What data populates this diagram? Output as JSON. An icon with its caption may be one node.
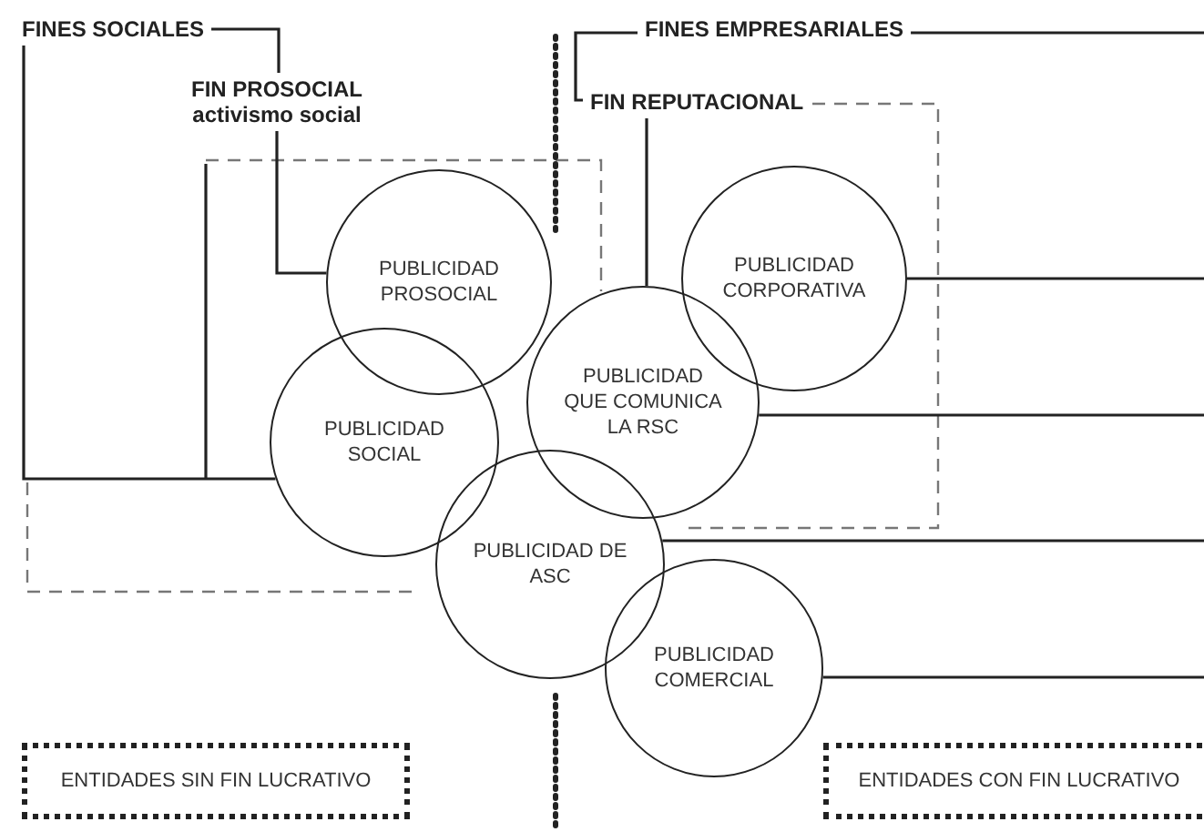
{
  "diagram": {
    "nodes": [
      {
        "text": [
          "FINES SOCIALES"
        ]
      },
      {
        "text": [
          "FIN PROSOCIAL",
          "activismo social"
        ]
      },
      {
        "text": [
          "FINES EMPRESARIALES"
        ]
      },
      {
        "text": [
          "FIN REPUTACIONAL"
        ]
      },
      {
        "text": [
          "PUBLICIDAD PROSOCIAL"
        ]
      },
      {
        "text": [
          "PUBLICIDAD CORPORATIVA"
        ]
      },
      {
        "text": [
          "PUBLICIDAD SOCIAL"
        ]
      },
      {
        "text": [
          "PUBLICIDAD QUE COMUNICA LA RSC"
        ]
      },
      {
        "text": [
          "PUBLICIDAD DE ASC"
        ]
      },
      {
        "text": [
          "PUBLICIDAD COMERCIAL"
        ]
      },
      {
        "text": [
          "ENTIDADES SIN FIN LUCRATIVO"
        ]
      },
      {
        "text": [
          "ENTIDADES CON FIN LUCRATIVO"
        ]
      }
    ],
    "edges": [
      {
        "from": 0,
        "to": 1,
        "arrow": "none"
      },
      {
        "from": 0,
        "to": 6,
        "arrow": "none"
      },
      {
        "from": 1,
        "to": 4,
        "arrow": "none"
      },
      {
        "from": 2,
        "to": 3,
        "arrow": "none"
      },
      {
        "from": 3,
        "to": 7,
        "arrow": "none"
      },
      {
        "from": 2,
        "to": null,
        "arrow": "none"
      },
      {
        "from": 5,
        "to": null,
        "arrow": "none"
      },
      {
        "from": 7,
        "to": null,
        "arrow": "none"
      },
      {
        "from": 8,
        "to": null,
        "arrow": "none"
      },
      {
        "from": 9,
        "to": null,
        "arrow": "none"
      }
    ]
  }
}
